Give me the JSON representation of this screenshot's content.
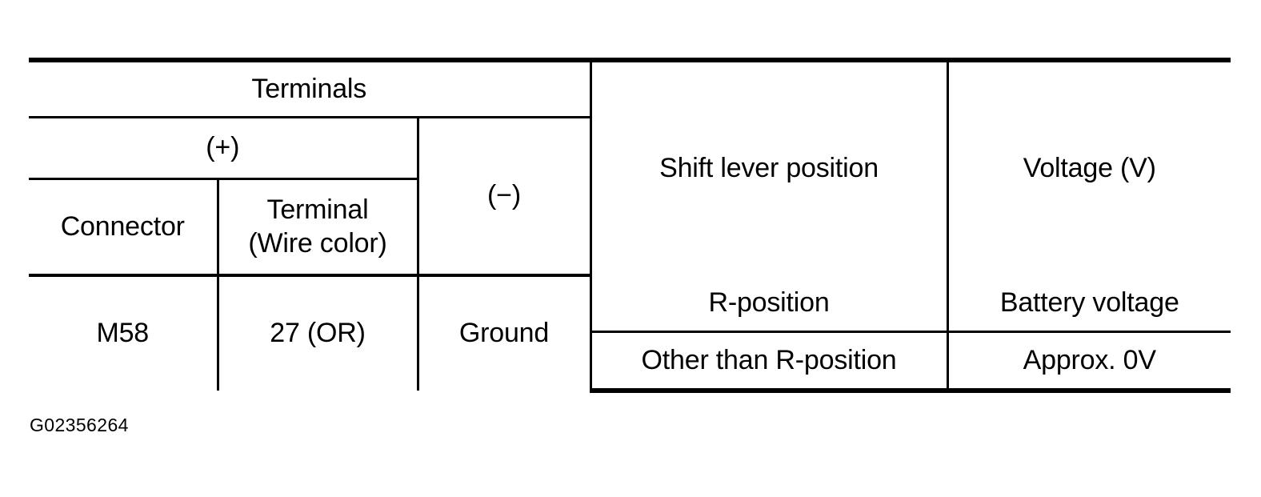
{
  "document": {
    "figure_id": "G02356264"
  },
  "table": {
    "headers": {
      "terminals": "Terminals",
      "positive": "(+)",
      "negative": "(−)",
      "connector": "Connector",
      "terminal_line1": "Terminal",
      "terminal_line2": "(Wire color)",
      "shift_lever_position": "Shift lever position",
      "voltage": "Voltage (V)"
    },
    "rows": [
      {
        "connector": "M58",
        "terminal": "27 (OR)",
        "negative": "Ground",
        "conditions": [
          {
            "shift_lever_position": "R-position",
            "voltage": "Battery voltage"
          },
          {
            "shift_lever_position": "Other than R-position",
            "voltage": "Approx. 0V"
          }
        ]
      }
    ]
  },
  "colors": {
    "rule": "#000000",
    "text": "#000000",
    "background": "#ffffff"
  }
}
